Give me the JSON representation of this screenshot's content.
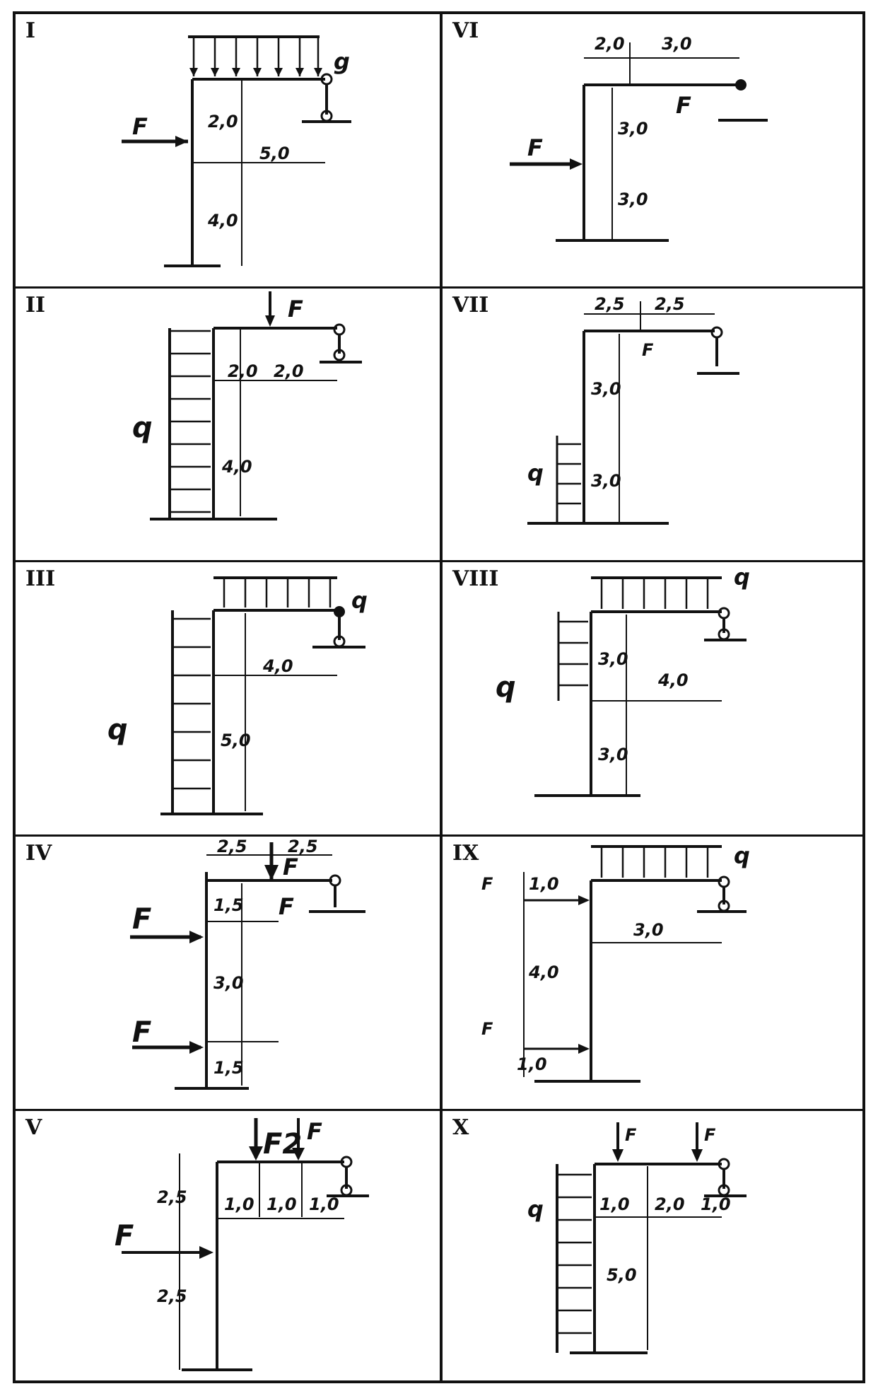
{
  "diagrams": [
    {
      "id": "I",
      "load": "g",
      "force1": "F",
      "dims": [
        "2,0",
        "5,0",
        "4,0"
      ]
    },
    {
      "id": "VI",
      "force1": "F",
      "force2": "F",
      "dims": [
        "2,0",
        "3,0",
        "3,0",
        "3,0"
      ]
    },
    {
      "id": "II",
      "load": "q",
      "force1": "F",
      "dims": [
        "2,0",
        "2,0",
        "4,0"
      ]
    },
    {
      "id": "VII",
      "load": "q",
      "force1": "F",
      "dims": [
        "2,5",
        "2,5",
        "3,0",
        "3,0"
      ]
    },
    {
      "id": "III",
      "load1": "q",
      "load2": "q",
      "dims": [
        "4,0",
        "5,0"
      ]
    },
    {
      "id": "VIII",
      "load1": "q",
      "load2": "q",
      "dims": [
        "3,0",
        "4,0",
        "3,0"
      ]
    },
    {
      "id": "IV",
      "force1": "F",
      "force1b": "F",
      "force2": "F",
      "force2b": "F",
      "dims": [
        "2,5",
        "2,5",
        "1,5",
        "3,0",
        "1,5"
      ]
    },
    {
      "id": "IX",
      "load": "q",
      "force1": "F",
      "force1b": "F",
      "dims": [
        "1,0",
        "3,0",
        "4,0",
        "1,0"
      ]
    },
    {
      "id": "V",
      "force1": "F",
      "force2": "F2",
      "force1b": "F",
      "dims": [
        "1,0",
        "1,0",
        "1,0",
        "2,5",
        "2,5"
      ]
    },
    {
      "id": "X",
      "load": "q",
      "force1": "F",
      "force1b": "F",
      "dims": [
        "1,0",
        "2,0",
        "1,0",
        "5,0"
      ]
    }
  ]
}
